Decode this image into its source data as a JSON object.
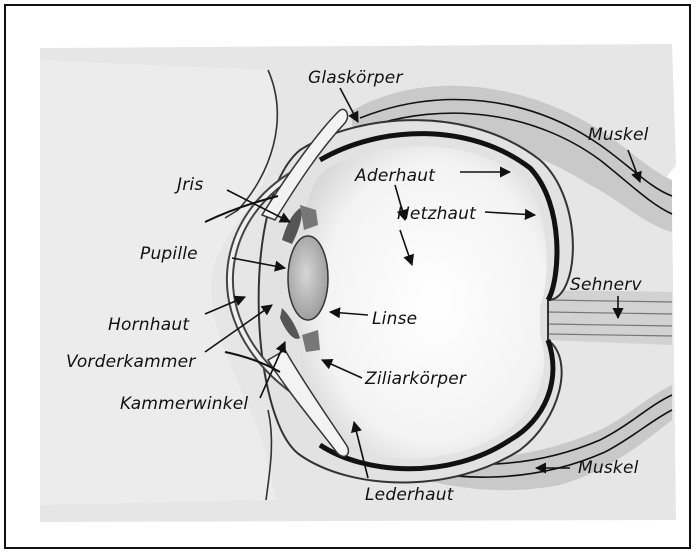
{
  "diagram": {
    "labels": {
      "glaskoerper": "Glaskörper",
      "muskel_top": "Muskel",
      "aderhaut": "Aderhaut",
      "netzhaut": "Netzhaut",
      "iris": "Jris",
      "pupille": "Pupille",
      "sehnerv": "Sehnerv",
      "hornhaut": "Hornhaut",
      "linse": "Linse",
      "vorderkammer": "Vorderkammer",
      "ziliarkoerper": "Ziliarkörper",
      "kammerwinkel": "Kammerwinkel",
      "muskel_bottom": "Muskel",
      "lederhaut": "Lederhaut"
    }
  }
}
